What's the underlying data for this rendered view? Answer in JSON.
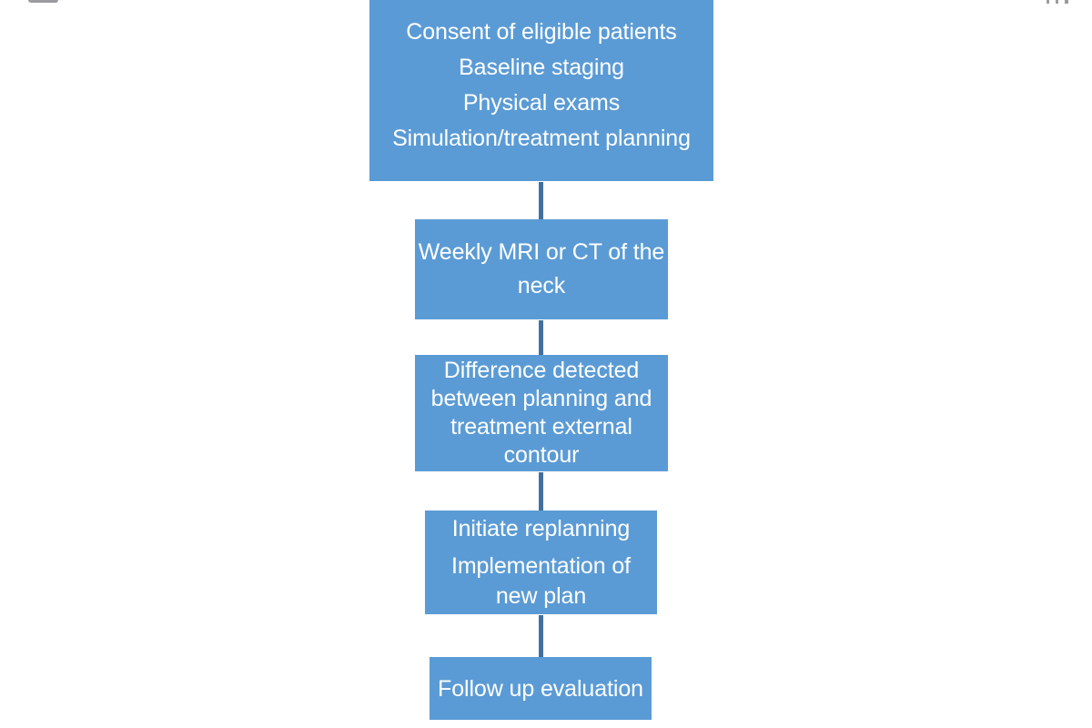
{
  "diagram": {
    "type": "flowchart",
    "orientation": "vertical",
    "colors": {
      "node_fill": "#5B9BD5",
      "node_text": "#FFFFFF",
      "connector": "#41719C",
      "background": "#FFFFFF"
    },
    "nodes": [
      {
        "id": "consent",
        "lines": [
          "Consent of eligible patients",
          "Baseline  staging",
          "Physical exams",
          "Simulation/treatment planning"
        ]
      },
      {
        "id": "imaging",
        "lines": [
          "Weekly MRI or CT of the",
          "neck"
        ]
      },
      {
        "id": "difference",
        "lines": [
          "Difference detected",
          "between planning and",
          "treatment external",
          "contour"
        ]
      },
      {
        "id": "replanning",
        "lines": [
          "Initiate replanning",
          "Implementation of",
          "new plan"
        ]
      },
      {
        "id": "followup",
        "lines": [
          "Follow up evaluation"
        ]
      }
    ],
    "edges": [
      {
        "id": "conn-1",
        "from": "consent",
        "to": "imaging"
      },
      {
        "id": "conn-2",
        "from": "imaging",
        "to": "difference"
      },
      {
        "id": "conn-3",
        "from": "difference",
        "to": "replanning"
      },
      {
        "id": "conn-4",
        "from": "replanning",
        "to": "followup"
      }
    ]
  }
}
